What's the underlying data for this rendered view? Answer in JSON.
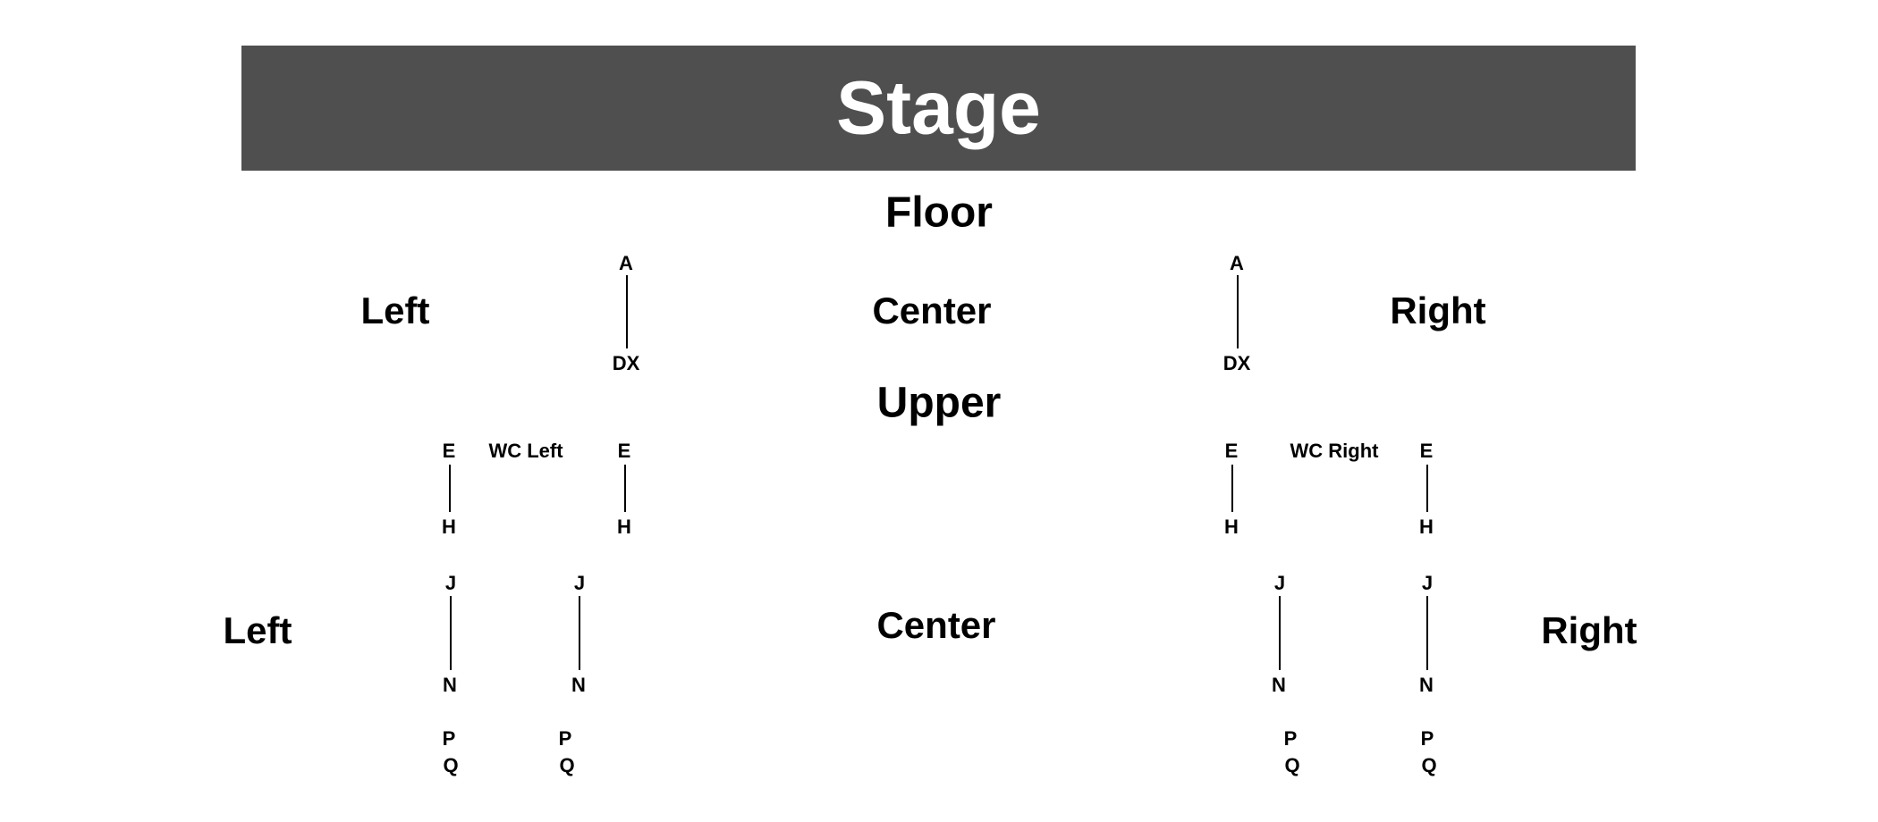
{
  "stage": {
    "label": "Stage",
    "color": "#4f4f4f"
  },
  "floor": {
    "title": "Floor",
    "sections": {
      "left": "Left",
      "center": "Center",
      "right": "Right"
    },
    "left_aisle": {
      "top": "A",
      "bottom": "DX"
    },
    "right_aisle": {
      "top": "A",
      "bottom": "DX"
    }
  },
  "upper": {
    "title": "Upper",
    "wc_left": {
      "label": "WC Left",
      "col1": {
        "top": "E",
        "bottom": "H"
      },
      "col2": {
        "top": "E",
        "bottom": "H"
      }
    },
    "wc_right": {
      "label": "WC Right",
      "col1": {
        "top": "E",
        "bottom": "H"
      },
      "col2": {
        "top": "E",
        "bottom": "H"
      }
    },
    "sections": {
      "left": "Left",
      "center": "Center",
      "right": "Right"
    },
    "left_rows": [
      {
        "top": "J",
        "bottom": "N",
        "p": "P",
        "q": "Q"
      },
      {
        "top": "J",
        "bottom": "N",
        "p": "P",
        "q": "Q"
      }
    ],
    "right_rows": [
      {
        "top": "J",
        "bottom": "N",
        "p": "P",
        "q": "Q"
      },
      {
        "top": "J",
        "bottom": "N",
        "p": "P",
        "q": "Q"
      }
    ]
  }
}
